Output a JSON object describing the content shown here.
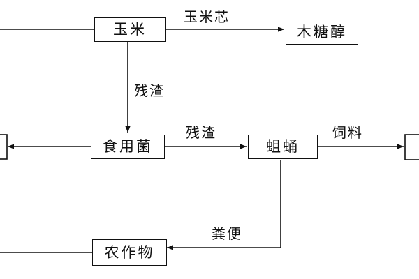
{
  "nodes": {
    "corn": "玉米",
    "xylitol": "木糖醇",
    "mushroom": "食用菌",
    "maggot": "蛆蛹",
    "crops": "农作物"
  },
  "edges": {
    "corn_to_xylitol": "玉米芯",
    "corn_to_mushroom": "残渣",
    "mushroom_to_maggot": "残渣",
    "maggot_to_right": "饲料",
    "maggot_to_crops": "粪便"
  },
  "colors": {
    "line": "#111111",
    "background": "#ffffff"
  }
}
